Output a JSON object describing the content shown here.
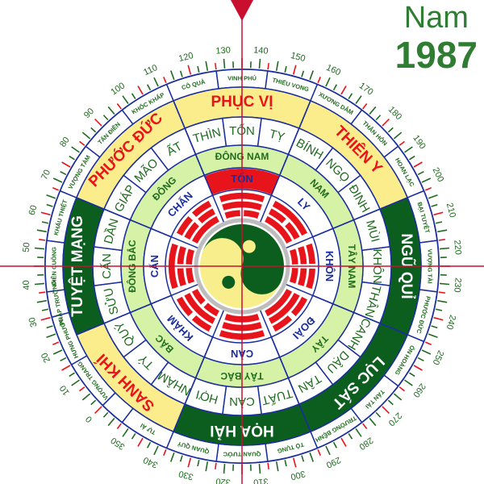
{
  "header": {
    "label": "Nam",
    "year": "1987"
  },
  "colors": {
    "ring_blue": "#1a2e9e",
    "dark_green": "#0b5e1e",
    "light_green": "#d6f2a6",
    "yellow": "#fbec8c",
    "red": "#e8141b",
    "text_green": "#1f6b1f",
    "tick_green": "#1f6b1f",
    "tick_red": "#e8141b",
    "pointer": "#c8102e",
    "yin_yang_dark": "#0b5e1e",
    "yin_yang_light": "#f8ef8c"
  },
  "chart_data": {
    "type": "diagram",
    "title": "Nam 1987",
    "center_degree_top": 135,
    "degree_labels": [
      0,
      10,
      20,
      30,
      40,
      50,
      60,
      70,
      80,
      90,
      100,
      110,
      120,
      130,
      140,
      150,
      160,
      170,
      180,
      190,
      200,
      210,
      220,
      230,
      240,
      250,
      260,
      270,
      280,
      290,
      300,
      310,
      320,
      330,
      340,
      350
    ],
    "outer_labels": [
      {
        "label": "VƯỢNG TRANG",
        "start": 0,
        "end": 15
      },
      {
        "label": "HƯNG PHƯỚC",
        "start": 15,
        "end": 30
      },
      {
        "label": "PHÁP TRƯỜNG",
        "start": 30,
        "end": 37.5
      },
      {
        "label": "ĐIÊN CUỒNG",
        "start": 37.5,
        "end": 52.5
      },
      {
        "label": "KHẨU THIỆT",
        "start": 52.5,
        "end": 67.5
      },
      {
        "label": "VƯỢNG TÀM",
        "start": 67.5,
        "end": 82.5
      },
      {
        "label": "TẤN ĐIỀN",
        "start": 82.5,
        "end": 97.5
      },
      {
        "label": "KHỐC KHẤP",
        "start": 97.5,
        "end": 112.5
      },
      {
        "label": "CÔ QUẢ",
        "start": 112.5,
        "end": 127.5
      },
      {
        "label": "VINH PHÚ",
        "start": 127.5,
        "end": 142.5
      },
      {
        "label": "THIẾU VONG",
        "start": 142.5,
        "end": 157.5
      },
      {
        "label": "XƯƠNG DÂM",
        "start": 157.5,
        "end": 172.5
      },
      {
        "label": "THÂN HÔN",
        "start": 172.5,
        "end": 187.5
      },
      {
        "label": "HOAN LẠC",
        "start": 187.5,
        "end": 202.5
      },
      {
        "label": "BẠI TUYỆT",
        "start": 202.5,
        "end": 217.5
      },
      {
        "label": "VƯỢNG TÀI",
        "start": 217.5,
        "end": 232.5
      },
      {
        "label": "PHƯỚC ĐỨC",
        "start": 232.5,
        "end": 247.5
      },
      {
        "label": "ÔN HOÀNG",
        "start": 247.5,
        "end": 262.5
      },
      {
        "label": "TẤN TÀI",
        "start": 262.5,
        "end": 277.5
      },
      {
        "label": "TRƯỜNG BỆNH",
        "start": 277.5,
        "end": 292.5
      },
      {
        "label": "TỐ TỤNG",
        "start": 292.5,
        "end": 307.5
      },
      {
        "label": "QUAN TƯỚC",
        "start": 307.5,
        "end": 322.5
      },
      {
        "label": "QUAN QUÝ",
        "start": 322.5,
        "end": 337.5
      },
      {
        "label": "TỰ ẢI",
        "start": 337.5,
        "end": 352.5
      },
      {
        "label": "",
        "start": 352.5,
        "end": 360
      }
    ],
    "stars": [
      {
        "label": "SANH KHÍ",
        "center": 0,
        "type": "good"
      },
      {
        "label": "TUYỆT MẠNG",
        "center": 45,
        "type": "bad"
      },
      {
        "label": "PHƯỚC ĐỨC",
        "center": 90,
        "type": "good"
      },
      {
        "label": "PHỤC VỊ",
        "center": 135,
        "type": "good"
      },
      {
        "label": "THIÊN Y",
        "center": 180,
        "type": "good"
      },
      {
        "label": "NGŨ QUỈ",
        "center": 225,
        "type": "bad"
      },
      {
        "label": "LỤC SÁT",
        "center": 270,
        "type": "bad"
      },
      {
        "label": "HỌA HẢI",
        "center": 315,
        "type": "bad"
      }
    ],
    "mountains": [
      {
        "label": "TÝ",
        "center": 0
      },
      {
        "label": "QUÝ",
        "center": 15
      },
      {
        "label": "SỬU",
        "center": 30
      },
      {
        "label": "CẤN",
        "center": 45
      },
      {
        "label": "DẦN",
        "center": 60
      },
      {
        "label": "GIÁP",
        "center": 75
      },
      {
        "label": "MÃO",
        "center": 90
      },
      {
        "label": "ẤT",
        "center": 105
      },
      {
        "label": "THÌN",
        "center": 120
      },
      {
        "label": "TỐN",
        "center": 135
      },
      {
        "label": "TỴ",
        "center": 150
      },
      {
        "label": "BÍNH",
        "center": 165
      },
      {
        "label": "NGỌ",
        "center": 180
      },
      {
        "label": "ĐINH",
        "center": 195
      },
      {
        "label": "MÙI",
        "center": 210
      },
      {
        "label": "KHÔN",
        "center": 225
      },
      {
        "label": "THÂN",
        "center": 240
      },
      {
        "label": "CANH",
        "center": 255
      },
      {
        "label": "DẬU",
        "center": 270
      },
      {
        "label": "TÂN",
        "center": 285
      },
      {
        "label": "TUẤT",
        "center": 300
      },
      {
        "label": "CÀN",
        "center": 315
      },
      {
        "label": "HỢI",
        "center": 330
      },
      {
        "label": "NHÂM",
        "center": 345
      }
    ],
    "directions": [
      {
        "label": "BẮC",
        "center": 0
      },
      {
        "label": "ĐÔNG BẮC",
        "center": 45
      },
      {
        "label": "ĐÔNG",
        "center": 90
      },
      {
        "label": "ĐÔNG NAM",
        "center": 135
      },
      {
        "label": "NAM",
        "center": 180
      },
      {
        "label": "TÂY NAM",
        "center": 225
      },
      {
        "label": "TÂY",
        "center": 270
      },
      {
        "label": "TÂY BẮC",
        "center": 315
      }
    ],
    "trigrams": [
      {
        "label": "KHẢM",
        "center": 0,
        "lines": [
          0,
          1,
          0
        ]
      },
      {
        "label": "CẤN",
        "center": 45,
        "lines": [
          1,
          0,
          0
        ]
      },
      {
        "label": "CHẤN",
        "center": 90,
        "lines": [
          0,
          0,
          1
        ]
      },
      {
        "label": "TỐN",
        "center": 135,
        "lines": [
          1,
          1,
          0
        ]
      },
      {
        "label": "LY",
        "center": 180,
        "lines": [
          1,
          0,
          1
        ]
      },
      {
        "label": "KHÔN",
        "center": 225,
        "lines": [
          0,
          0,
          0
        ]
      },
      {
        "label": "ĐOÀI",
        "center": 270,
        "lines": [
          0,
          1,
          1
        ]
      },
      {
        "label": "CÀN",
        "center": 315,
        "lines": [
          1,
          1,
          1
        ]
      }
    ]
  }
}
